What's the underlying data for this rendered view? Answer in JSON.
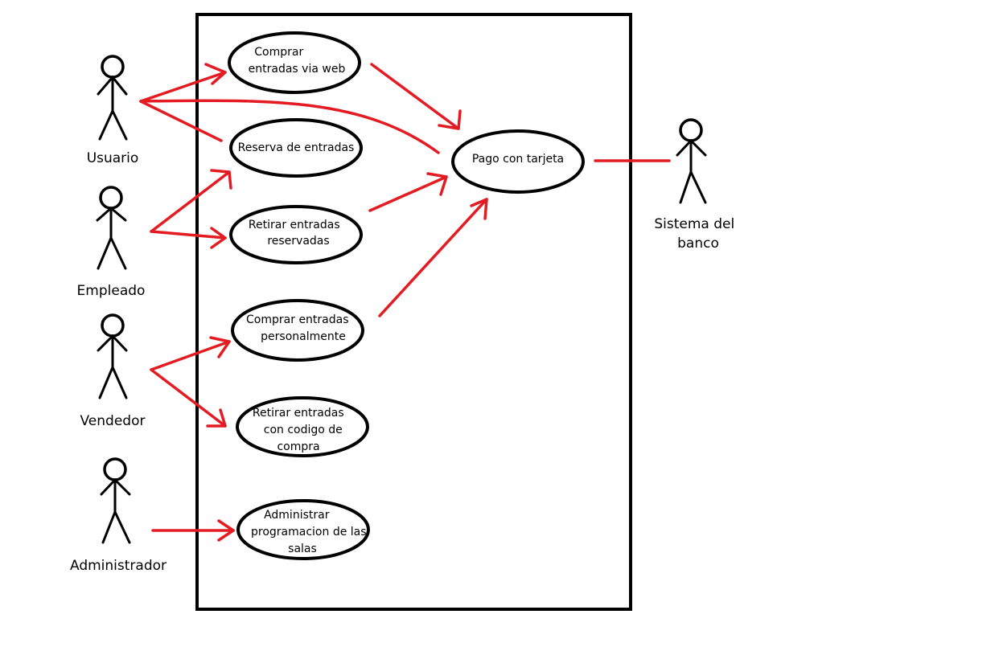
{
  "colors": {
    "association": "#e31c23",
    "outline": "#000000",
    "background": "#ffffff"
  },
  "actors": {
    "usuario": "Usuario",
    "empleado": "Empleado",
    "vendedor": "Vendedor",
    "administrador": "Administrador",
    "sistema_banco": [
      "Sistema del",
      "banco"
    ]
  },
  "use_cases": {
    "comprar_web": [
      "Comprar",
      "entradas via web"
    ],
    "reserva": [
      "Reserva de entradas"
    ],
    "retirar_reservadas": [
      "Retirar entradas",
      "reservadas"
    ],
    "comprar_personal": [
      "Comprar entradas",
      "personalmente"
    ],
    "retirar_codigo": [
      "Retirar entradas",
      "con codigo de",
      "compra"
    ],
    "administrar": [
      "Administrar",
      "programacion de las",
      "salas"
    ],
    "pago_tarjeta": [
      "Pago con tarjeta"
    ]
  }
}
